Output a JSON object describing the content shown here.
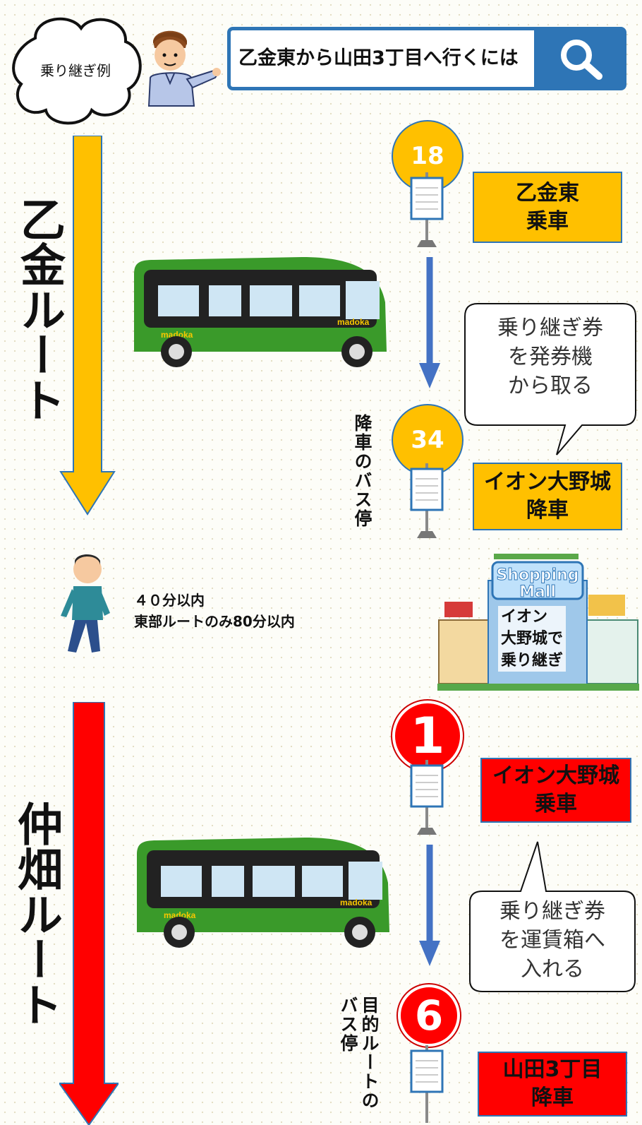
{
  "header": {
    "cloud_label": "乗り継ぎ例",
    "search_query": "乙金東から山田3丁目へ行くには",
    "search_icon": "search-icon"
  },
  "route1": {
    "name": "乙金ルート",
    "color": "#ffc000",
    "board_stop_number": "18",
    "board_label": "乙金東\n乗車",
    "alight_stop_number": "34",
    "alight_label": "イオン大野城\n降車",
    "alight_caption": "降車のバス停",
    "bubble": "乗り継ぎ券\nを発券機\nから取る"
  },
  "transfer": {
    "time_limit": "４０分以内",
    "east_route_note": "東部ルートのみ80分以内",
    "mall_sign_line1": "Shopping",
    "mall_sign_line2": "Mall",
    "mall_label": "イオン\n大野城で\n乗り継ぎ"
  },
  "route2": {
    "name": "仲畑ルート",
    "color": "#ff0000",
    "board_stop_number": "1",
    "board_label": "イオン大野城\n乗車",
    "alight_stop_number": "6",
    "alight_label": "山田3丁目\n降車",
    "alight_caption": "目的ルートのバス停",
    "bubble": "乗り継ぎ券\nを運賃箱へ\n入れる"
  },
  "bus": {
    "brand": "madoka",
    "body_color": "#3a9a2a"
  }
}
